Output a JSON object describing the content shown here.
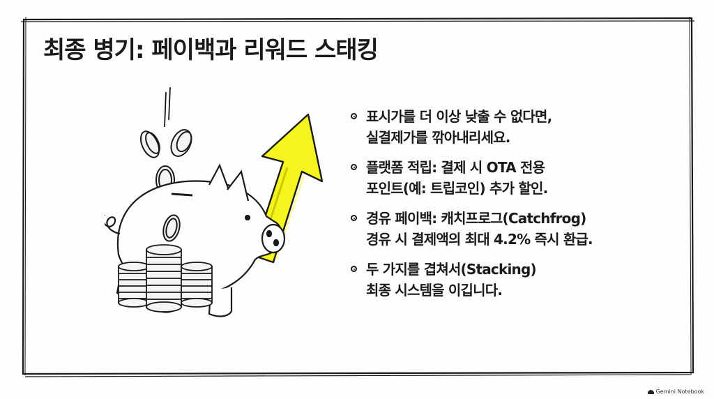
{
  "slide": {
    "title": "최종 병기: 페이백과 리워드 스태킹",
    "bullets": [
      {
        "line1": "표시가를 더 이상 낮출 수 없다면,",
        "line2": "실결제가를 깎아내리세요."
      },
      {
        "line1": "플랫폼 적립: 결제 시 OTA 전용",
        "line2": "포인트(예: 트립코인) 추가 할인."
      },
      {
        "line1": "경유 페이백: 캐치프로그(Catchfrog)",
        "line2": "경유 시 결제액의 최대 4.2% 즉시 환급."
      },
      {
        "line1": "두 가지를 겹쳐서(Stacking)",
        "line2": "최종 시스템을 이깁니다."
      }
    ]
  },
  "illustration": {
    "subject": "piggy-bank-with-coins-and-rising-arrow",
    "arrow_color": "#f5f51e"
  },
  "watermark": {
    "text": "Gemini Notebook",
    "icon": "notebook-icon"
  }
}
